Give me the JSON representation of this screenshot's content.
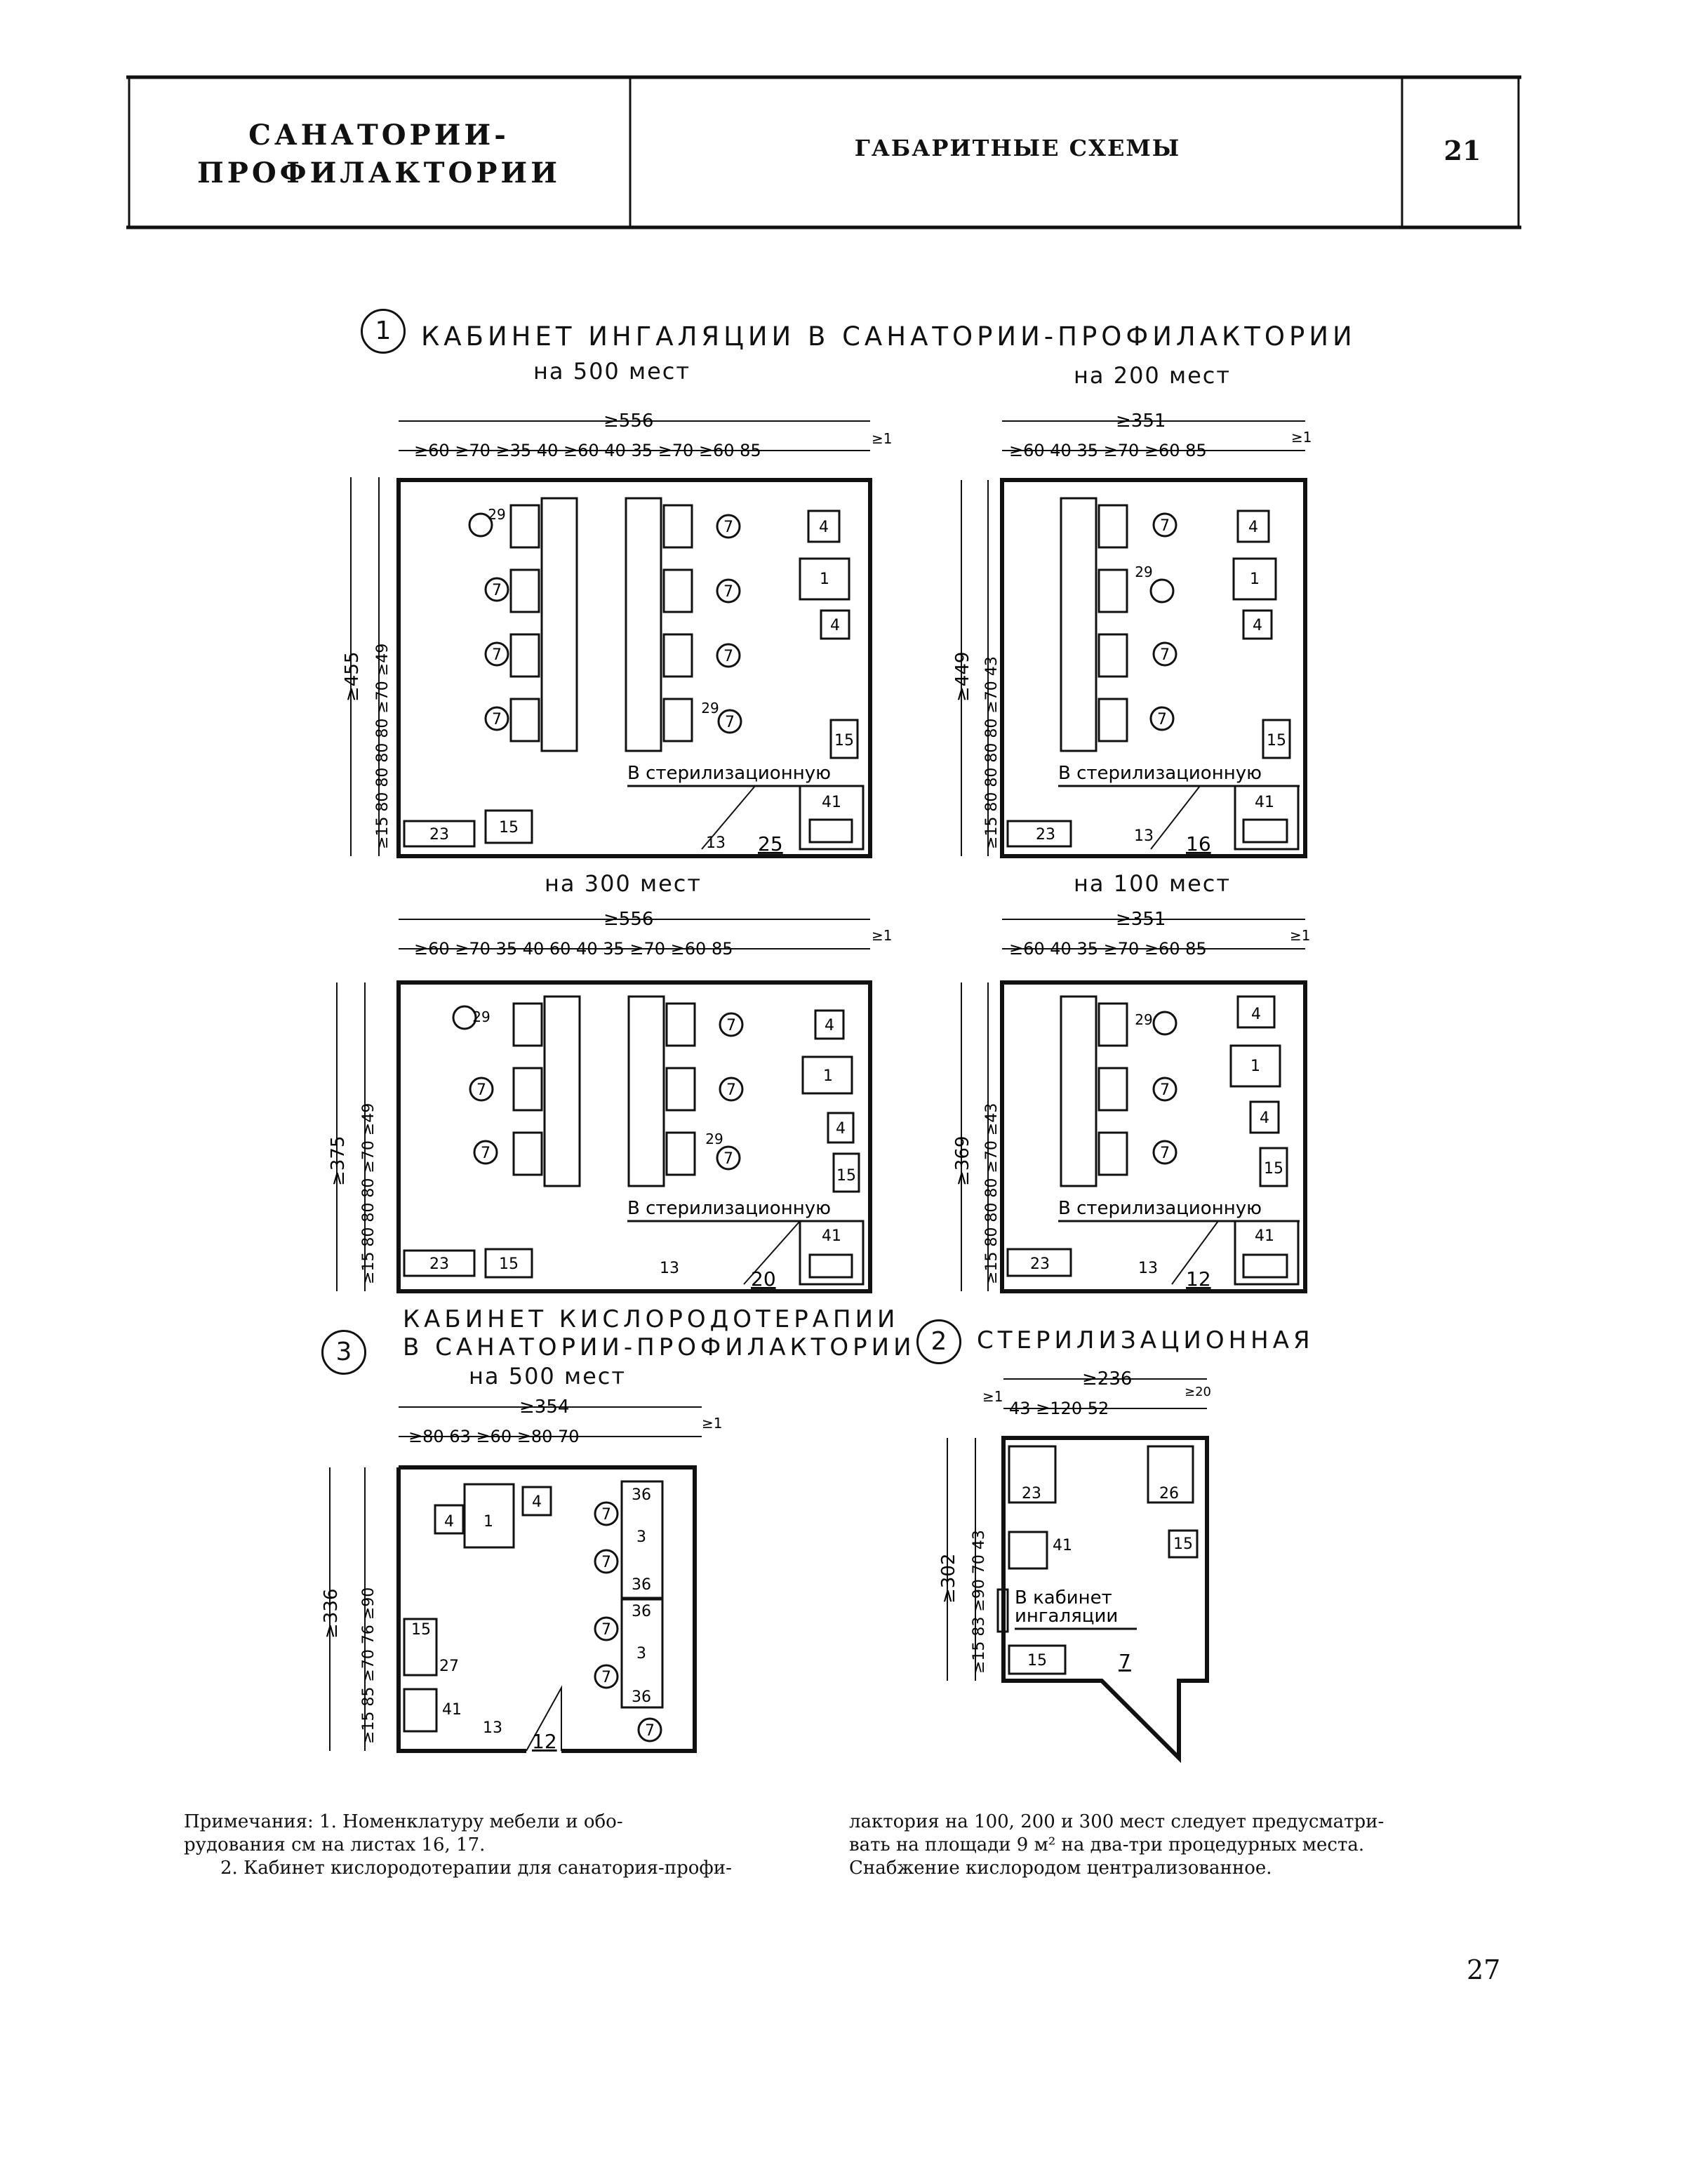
{
  "header": {
    "title_line1": "САНАТОРИИ-",
    "title_line2": "ПРОФИЛАКТОРИИ",
    "subtitle": "ГАБАРИТНЫЕ СХЕМЫ",
    "sheet_number": "21"
  },
  "section1": {
    "number": "1",
    "title": "КАБИНЕТ ИНГАЛЯЦИИ В САНАТОРИИ-ПРОФИЛАКТОРИИ",
    "cap_500": "на 500 мест",
    "cap_200": "на 200 мест",
    "cap_300": "на 300 мест",
    "cap_100": "на 100 мест"
  },
  "section2": {
    "number": "2",
    "title": "СТЕРИЛИЗАЦИОННАЯ"
  },
  "section3": {
    "number": "3",
    "title_line1": "КАБИНЕТ КИСЛОРОДОТЕРАПИИ",
    "title_line2": "В САНАТОРИИ-ПРОФИЛАКТОРИИ",
    "capacity": "на 500 мест"
  },
  "plan_labels": {
    "to_sterilization": "В стерилизационную",
    "to_inhalation_line1": "В кабинет",
    "to_inhalation_line2": "ингаляции",
    "area_500": "25",
    "area_200": "16",
    "area_300": "20",
    "area_100": "12",
    "area_oxygen": "12",
    "area_steril": "7"
  },
  "dims": {
    "p500_top": "≥556",
    "p500_row": "≥60 ≥70 ≥35 40 ≥60 40 35 ≥70 ≥60 85",
    "p500_side": "≥455",
    "p500_side_row": "≥15 80 80 80 80 ≥70 ≥49",
    "p200_top": "≥351",
    "p200_row": "≥60 40 35 ≥70 ≥60 85",
    "p200_side": "≥449",
    "p200_side_row": "≥15 80 80 80 80 ≥70 43",
    "p300_top": "≥556",
    "p300_row": "≥60 ≥70 35 40 60 40 35 ≥70 ≥60 85",
    "p300_side": "≥375",
    "p300_side_row": "≥15 80 80 80 ≥70 ≥49",
    "p100_top": "≥351",
    "p100_row": "≥60 40 35 ≥70 ≥60 85",
    "p100_side": "≥369",
    "p100_side_row": "≥15 80 80 80 ≥70 ≥43",
    "oxy_top": "≥354",
    "oxy_row": "≥80 63 ≥60 ≥80 70",
    "oxy_side": "≥336",
    "oxy_side_row": "≥15 85 ≥70 76 ≥90",
    "st_top": "≥236",
    "st_row": "43 ≥120 52",
    "st_side": "≥302",
    "st_side_row": "≥15 83 ≥90 70 43",
    "ge1": "≥1",
    "ge20": "≥20"
  },
  "notes": {
    "left_1": "Примечания: 1. Номенклатуру мебели и обо-",
    "left_2": "рудования см на листах 16, 17.",
    "left_3": "2. Кабинет кислородотерапии для санатория-профи-",
    "right_1": "лактория на 100, 200 и 300 мест следует предусматри-",
    "right_2": "вать на площади 9 м² на два-три процедурных места.",
    "right_3": "Снабжение кислородом централизованное."
  },
  "page_number": "27"
}
